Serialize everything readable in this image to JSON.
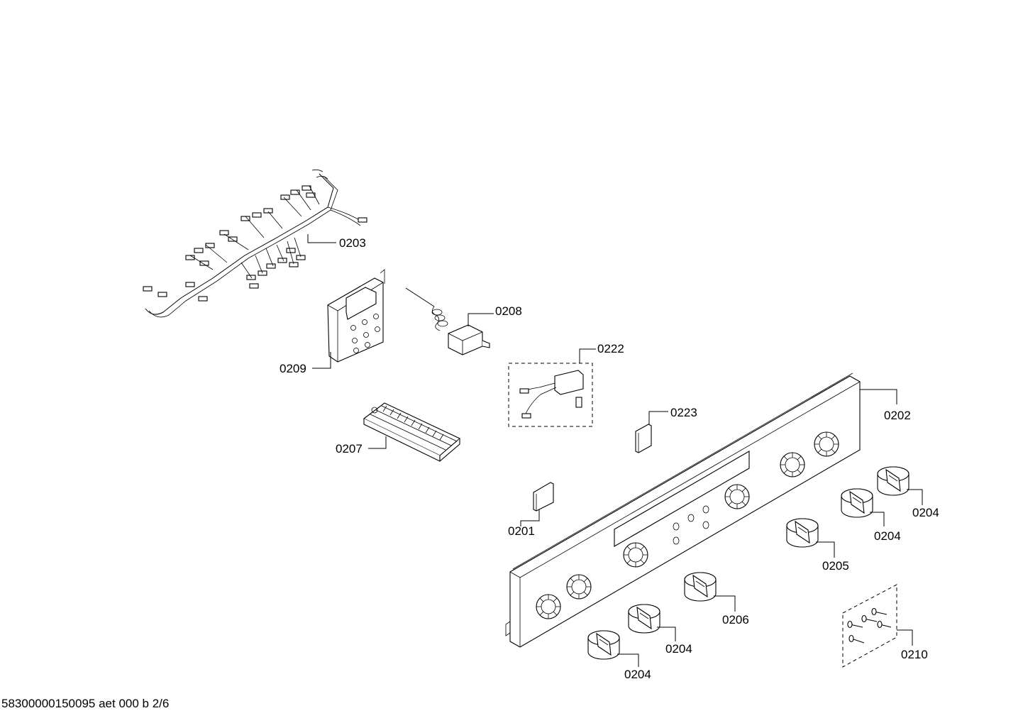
{
  "footer": "58300000150095 aet 000 b 2/6",
  "labels": {
    "p0203": "0203",
    "p0208": "0208",
    "p0209": "0209",
    "p0222": "0222",
    "p0207": "0207",
    "p0223": "0223",
    "p0202": "0202",
    "p0201": "0201",
    "p0204a": "0204",
    "p0204b": "0204",
    "p0205": "0205",
    "p0206": "0206",
    "p0204c": "0204",
    "p0204d": "0204",
    "p0210": "0210"
  }
}
